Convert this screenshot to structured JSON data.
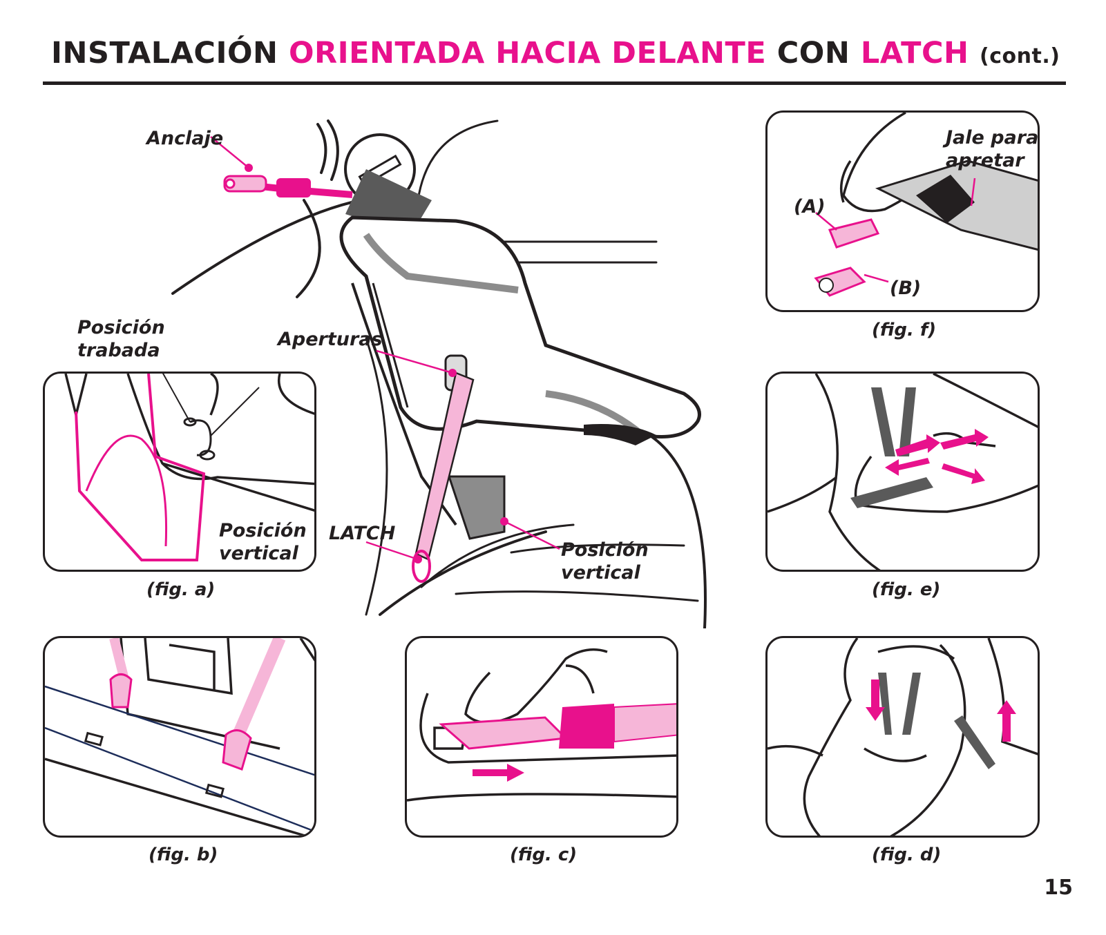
{
  "title": {
    "part1": "INSTALACIÓN",
    "part2": "ORIENTADA HACIA DELANTE",
    "part3": "CON",
    "part4": "LATCH",
    "part5": "(cont.)"
  },
  "main_figure": {
    "labels": {
      "anchor": "Anclaje",
      "locked_line1": "Posición",
      "locked_line2": "trabada",
      "openings": "Aperturas",
      "latch": "LATCH",
      "upright_line1": "Posición",
      "upright_line2": "vertical"
    }
  },
  "figures": {
    "a": {
      "caption": "(fig. a)",
      "label_line1": "Posición",
      "label_line2": "vertical"
    },
    "b": {
      "caption": "(fig. b)"
    },
    "c": {
      "caption": "(fig. c)"
    },
    "d": {
      "caption": "(fig. d)"
    },
    "e": {
      "caption": "(fig. e)"
    },
    "f": {
      "caption": "(fig. f)",
      "label_A": "(A)",
      "label_B": "(B)",
      "label_pull_line1": "Jale para",
      "label_pull_line2": "apretar"
    }
  },
  "page_number": "15",
  "colors": {
    "accent": "#e8118c",
    "ink": "#231f20",
    "pink_light": "#f6b6d8",
    "blue_line": "#1d2d5a"
  }
}
